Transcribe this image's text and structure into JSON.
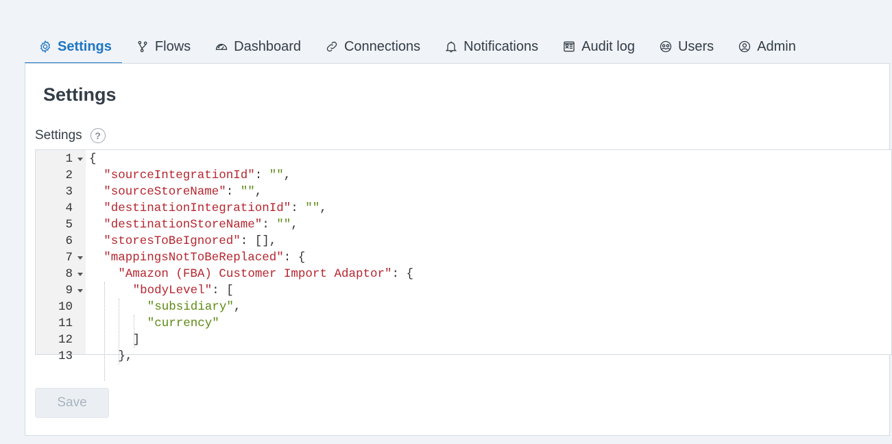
{
  "tabs": [
    {
      "label": "Settings",
      "icon": "gear-icon",
      "active": true
    },
    {
      "label": "Flows",
      "icon": "flows-icon",
      "active": false
    },
    {
      "label": "Dashboard",
      "icon": "dashboard-gauge-icon",
      "active": false
    },
    {
      "label": "Connections",
      "icon": "link-icon",
      "active": false
    },
    {
      "label": "Notifications",
      "icon": "bell-icon",
      "active": false
    },
    {
      "label": "Audit log",
      "icon": "audit-log-icon",
      "active": false
    },
    {
      "label": "Users",
      "icon": "users-icon",
      "active": false
    },
    {
      "label": "Admin",
      "icon": "admin-user-icon",
      "active": false
    }
  ],
  "colors": {
    "accent": "#1d76c4",
    "key": "#b5262f",
    "string": "#5d8a14"
  },
  "panel": {
    "title": "Settings",
    "field_label": "Settings",
    "help": "?",
    "save_label": "Save"
  },
  "editor": {
    "lines": [
      {
        "num": "1",
        "fold": true,
        "indent": 0,
        "parts": [
          [
            "p",
            "{"
          ]
        ]
      },
      {
        "num": "2",
        "fold": false,
        "indent": 1,
        "parts": [
          [
            "k",
            "\"sourceIntegrationId\""
          ],
          [
            "p",
            ": "
          ],
          [
            "s",
            "\"\""
          ],
          [
            "p",
            ","
          ]
        ]
      },
      {
        "num": "3",
        "fold": false,
        "indent": 1,
        "parts": [
          [
            "k",
            "\"sourceStoreName\""
          ],
          [
            "p",
            ": "
          ],
          [
            "s",
            "\"\""
          ],
          [
            "p",
            ","
          ]
        ]
      },
      {
        "num": "4",
        "fold": false,
        "indent": 1,
        "parts": [
          [
            "k",
            "\"destinationIntegrationId\""
          ],
          [
            "p",
            ": "
          ],
          [
            "s",
            "\"\""
          ],
          [
            "p",
            ","
          ]
        ]
      },
      {
        "num": "5",
        "fold": false,
        "indent": 1,
        "parts": [
          [
            "k",
            "\"destinationStoreName\""
          ],
          [
            "p",
            ": "
          ],
          [
            "s",
            "\"\""
          ],
          [
            "p",
            ","
          ]
        ]
      },
      {
        "num": "6",
        "fold": false,
        "indent": 1,
        "parts": [
          [
            "k",
            "\"storesToBeIgnored\""
          ],
          [
            "p",
            ": [],"
          ]
        ]
      },
      {
        "num": "7",
        "fold": true,
        "indent": 1,
        "parts": [
          [
            "k",
            "\"mappingsNotToBeReplaced\""
          ],
          [
            "p",
            ": {"
          ]
        ]
      },
      {
        "num": "8",
        "fold": true,
        "indent": 2,
        "parts": [
          [
            "k",
            "\"Amazon (FBA) Customer Import Adaptor\""
          ],
          [
            "p",
            ": {"
          ]
        ]
      },
      {
        "num": "9",
        "fold": true,
        "indent": 3,
        "parts": [
          [
            "k",
            "\"bodyLevel\""
          ],
          [
            "p",
            ": ["
          ]
        ]
      },
      {
        "num": "10",
        "fold": false,
        "indent": 4,
        "parts": [
          [
            "s",
            "\"subsidiary\""
          ],
          [
            "p",
            ","
          ]
        ]
      },
      {
        "num": "11",
        "fold": false,
        "indent": 4,
        "parts": [
          [
            "s",
            "\"currency\""
          ]
        ]
      },
      {
        "num": "12",
        "fold": false,
        "indent": 3,
        "parts": [
          [
            "p",
            "]"
          ]
        ]
      },
      {
        "num": "13",
        "fold": false,
        "indent": 2,
        "parts": [
          [
            "p",
            "},"
          ]
        ]
      }
    ]
  }
}
